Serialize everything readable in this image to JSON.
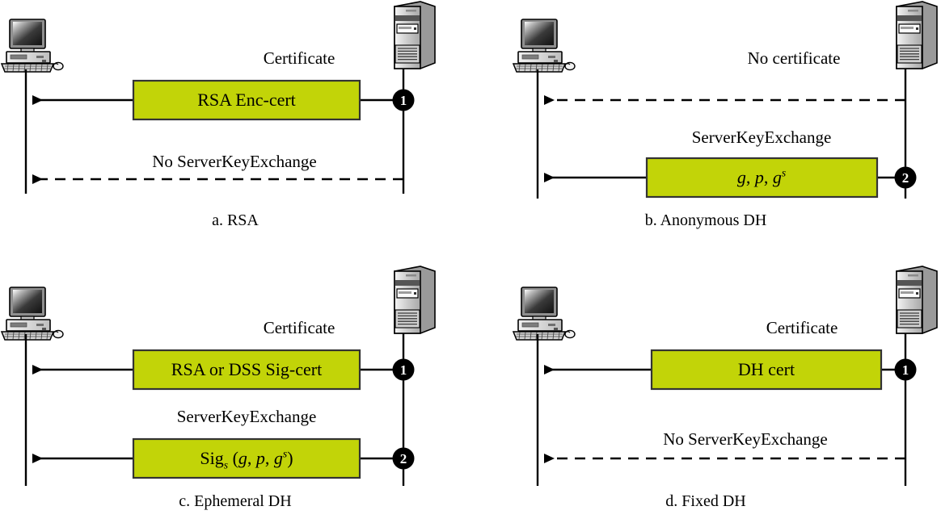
{
  "figure": {
    "title_alt": "SSL/TLS server key exchange variants",
    "colors": {
      "box_fill": "#c2d408",
      "box_stroke": "#333333",
      "line": "#000000",
      "marker_fill": "#000000",
      "marker_text": "#ffffff",
      "background": "#ffffff"
    },
    "icons": {
      "client": "desktop-computer-icon",
      "server": "server-tower-icon"
    }
  },
  "panels": [
    {
      "id": "a",
      "caption": "a. RSA",
      "messages": [
        {
          "label": "Certificate",
          "box_text_plain": "RSA Enc-cert",
          "box": true,
          "dashed": false,
          "step": "1"
        },
        {
          "label": "No ServerKeyExchange",
          "box_text_plain": "",
          "box": false,
          "dashed": true,
          "step": ""
        }
      ]
    },
    {
      "id": "b",
      "caption": "b. Anonymous DH",
      "messages": [
        {
          "label": "No certificate",
          "box_text_plain": "",
          "box": false,
          "dashed": true,
          "step": ""
        },
        {
          "label": "ServerKeyExchange",
          "box_text_plain": "g, p, g^s",
          "box": true,
          "dashed": false,
          "step": "2"
        }
      ]
    },
    {
      "id": "c",
      "caption": "c. Ephemeral DH",
      "messages": [
        {
          "label": "Certificate",
          "box_text_plain": "RSA or DSS Sig-cert",
          "box": true,
          "dashed": false,
          "step": "1"
        },
        {
          "label": "ServerKeyExchange",
          "box_text_plain": "Sig_s (g, p, g^s)",
          "box": true,
          "dashed": false,
          "step": "2"
        }
      ]
    },
    {
      "id": "d",
      "caption": "d. Fixed DH",
      "messages": [
        {
          "label": "Certificate",
          "box_text_plain": "DH cert",
          "box": true,
          "dashed": false,
          "step": "1"
        },
        {
          "label": "No ServerKeyExchange",
          "box_text_plain": "",
          "box": false,
          "dashed": true,
          "step": ""
        }
      ]
    }
  ]
}
